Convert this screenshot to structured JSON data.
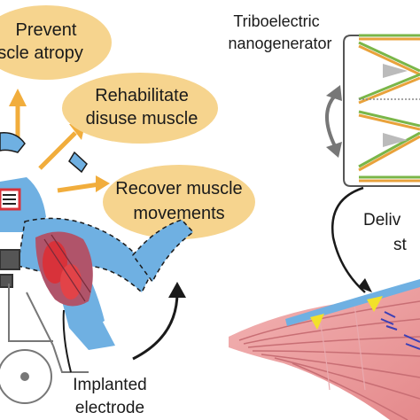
{
  "bubbles": {
    "prevent": {
      "line1": "Prevent",
      "line2": "uscle atropy"
    },
    "rehab": {
      "line1": "Rehabilitate",
      "line2": "disuse muscle"
    },
    "recover": {
      "line1": "Recover muscle",
      "line2": "movements"
    }
  },
  "labels": {
    "teng_line1": "Triboelectric",
    "teng_line2": "nanogenerator",
    "deliver_line1": "Deliv",
    "deliver_line2": "st",
    "electrode_line1": "Implanted",
    "electrode_line2": "electrode"
  },
  "colors": {
    "bubble_fill": "#f6d48e",
    "arrow_orange": "#f1ad3c",
    "body_blue": "#6fb0e2",
    "muscle_pink": "#e88b8e",
    "muscle_red": "#c9363a",
    "electrode_yellow": "#f2e12a",
    "plate_green": "#7ab648",
    "plate_orange": "#e9a23b"
  }
}
